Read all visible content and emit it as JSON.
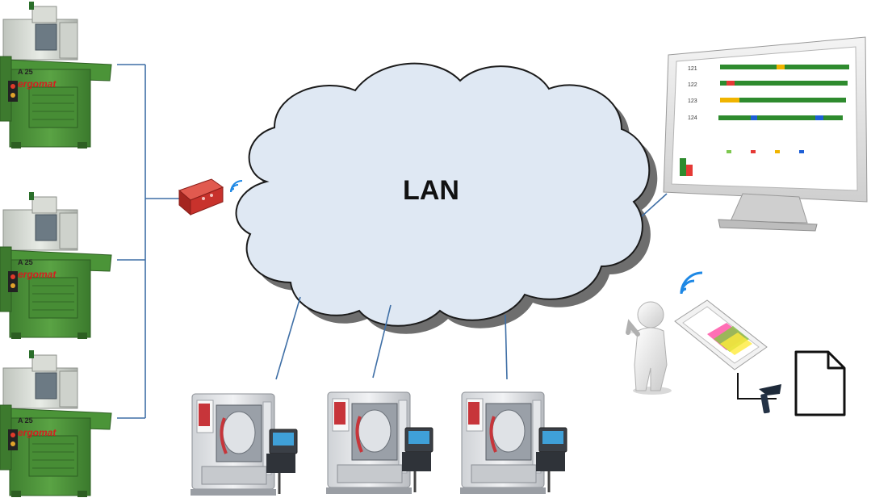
{
  "diagram": {
    "network_label": "LAN",
    "lathe_machines": [
      {
        "model": "A 25",
        "brand": "ergomat"
      },
      {
        "model": "A 25",
        "brand": "ergomat"
      },
      {
        "model": "A 25",
        "brand": "ergomat"
      }
    ],
    "monitor_rows": [
      "121",
      "122",
      "123",
      "124"
    ],
    "colors": {
      "cloud_fill": "#dfe8f3",
      "link_line": "#3f6fa6",
      "machine_green": "#4e9a3a",
      "gateway_red": "#c8322c",
      "wifi_blue": "#1e88e5"
    }
  }
}
